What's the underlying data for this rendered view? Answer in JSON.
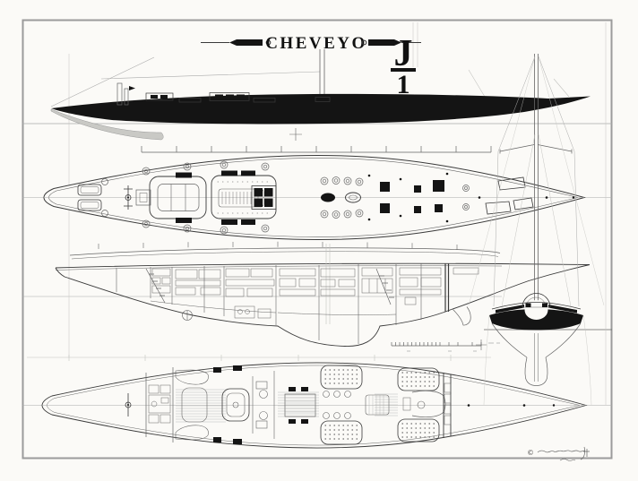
{
  "title_block": {
    "yacht_name": "CHEVEYO",
    "class_numerator": "J",
    "class_denominator": "1"
  },
  "signature": {
    "copyright_symbol": "©"
  },
  "icons": {
    "mast_section": "black-oval",
    "winch": "double-circle",
    "deck_hatch": "black-square",
    "scale_bar": "ticked-line"
  },
  "colors": {
    "paper": "#fbfaf7",
    "ink": "#3a3a3a",
    "hull_black": "#141414",
    "faint_line": "#aaaaaa",
    "border": "#9b9b9b"
  }
}
